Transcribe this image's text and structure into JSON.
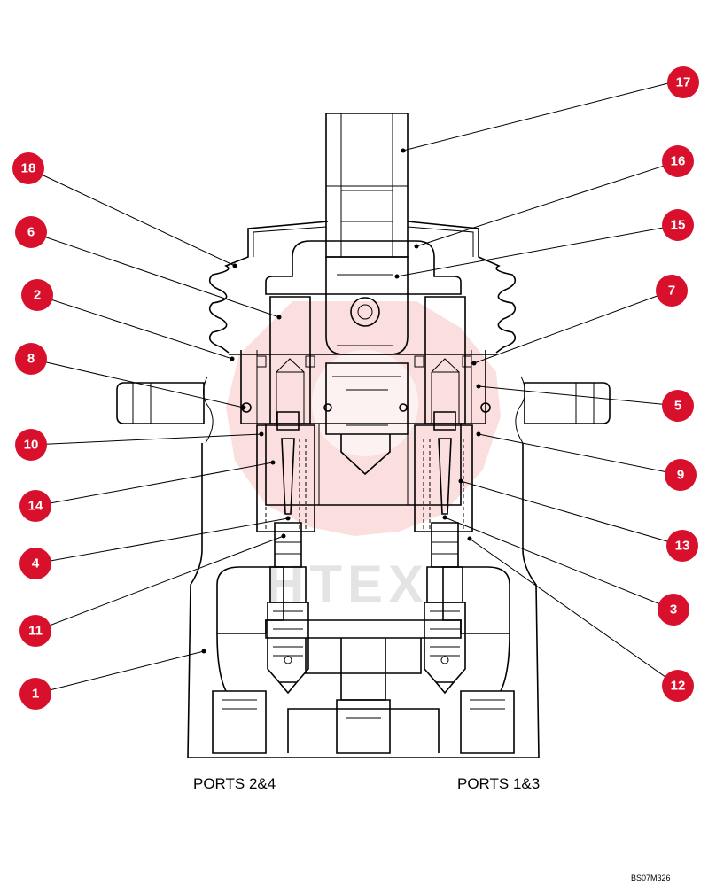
{
  "diagram": {
    "ports_left": "PORTS 2&4",
    "ports_right": "PORTS 1&3",
    "ref_code": "BS07M326",
    "watermark": "HTEX",
    "callouts": [
      "17",
      "18",
      "16",
      "6",
      "15",
      "2",
      "7",
      "8",
      "5",
      "10",
      "9",
      "14",
      "13",
      "4",
      "3",
      "11",
      "12",
      "1"
    ],
    "colors": {
      "callout_fill": "#d8102b",
      "watermark": "#e8372f",
      "line": "#000000"
    }
  }
}
